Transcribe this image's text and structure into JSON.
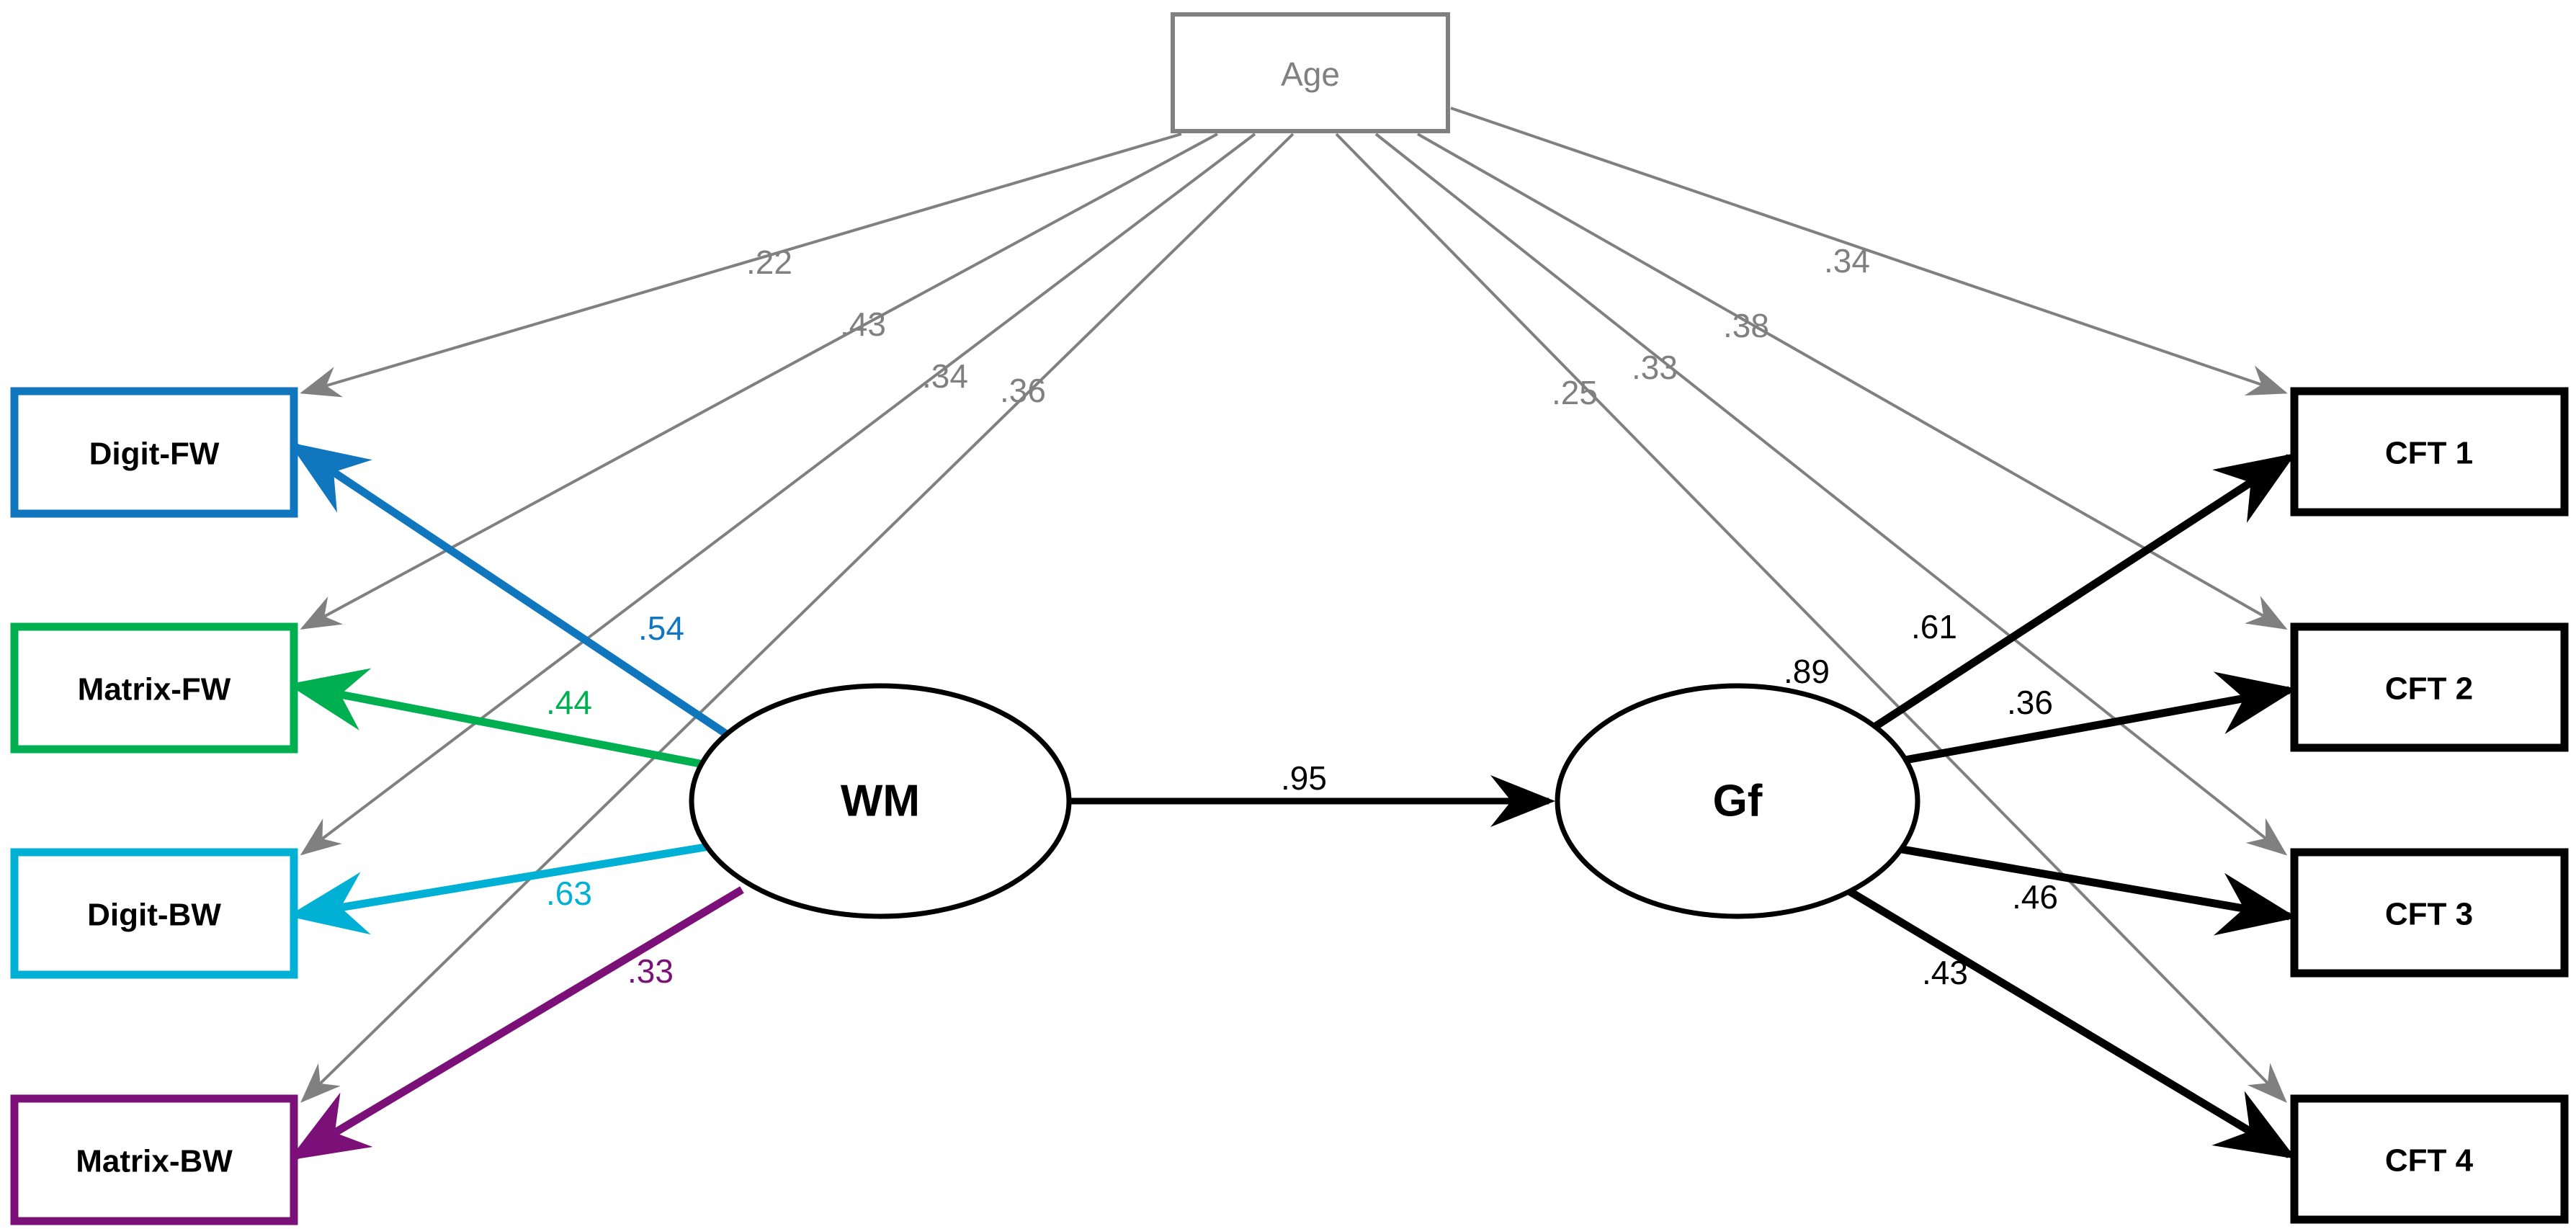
{
  "figure": {
    "type": "sem-path-diagram",
    "background_color": "#FFFFFF"
  },
  "colors": {
    "age_gray": "#808080",
    "black": "#000000",
    "digit_fw_blue": "#1077BF",
    "matrix_fw_green": "#00B050",
    "digit_bw_cyan": "#00B0D5",
    "matrix_bw_purple": "#7B1178"
  },
  "nodes": {
    "exogenous": [
      {
        "id": "age",
        "label": "Age",
        "shape": "rectangle",
        "color": "#808080"
      }
    ],
    "latent": [
      {
        "id": "wm",
        "label": "WM",
        "shape": "ellipse",
        "color": "#000000"
      },
      {
        "id": "gf",
        "label": "Gf",
        "shape": "ellipse",
        "color": "#000000"
      }
    ],
    "indicators_left": [
      {
        "id": "digit-fw",
        "label": "Digit-FW",
        "shape": "rectangle",
        "color": "#1077BF"
      },
      {
        "id": "matrix-fw",
        "label": "Matrix-FW",
        "shape": "rectangle",
        "color": "#00B050"
      },
      {
        "id": "digit-bw",
        "label": "Digit-BW",
        "shape": "rectangle",
        "color": "#00B0D5"
      },
      {
        "id": "matrix-bw",
        "label": "Matrix-BW",
        "shape": "rectangle",
        "color": "#7B1178"
      }
    ],
    "indicators_right": [
      {
        "id": "cft-1",
        "label": "CFT 1",
        "shape": "rectangle",
        "color": "#000000"
      },
      {
        "id": "cft-2",
        "label": "CFT 2",
        "shape": "rectangle",
        "color": "#000000"
      },
      {
        "id": "cft-3",
        "label": "CFT 3",
        "shape": "rectangle",
        "color": "#000000"
      },
      {
        "id": "cft-4",
        "label": "CFT 4",
        "shape": "rectangle",
        "color": "#000000"
      }
    ]
  },
  "paths": {
    "age_to_left": [
      {
        "from": "age",
        "to": "digit-fw",
        "coefficient": ".22",
        "color": "#808080"
      },
      {
        "from": "age",
        "to": "matrix-fw",
        "coefficient": ".43",
        "color": "#808080"
      },
      {
        "from": "age",
        "to": "digit-bw",
        "coefficient": ".34",
        "color": "#808080"
      },
      {
        "from": "age",
        "to": "matrix-bw",
        "coefficient": ".36",
        "color": "#808080"
      }
    ],
    "age_to_right": [
      {
        "from": "age",
        "to": "cft-4",
        "coefficient": ".25",
        "color": "#808080"
      },
      {
        "from": "age",
        "to": "cft-3",
        "coefficient": ".33",
        "color": "#808080"
      },
      {
        "from": "age",
        "to": "cft-2",
        "coefficient": ".38",
        "color": "#808080"
      },
      {
        "from": "age",
        "to": "cft-1",
        "coefficient": ".34",
        "color": "#808080"
      }
    ],
    "wm_loadings": [
      {
        "from": "wm",
        "to": "digit-fw",
        "coefficient": ".54",
        "color": "#1077BF"
      },
      {
        "from": "wm",
        "to": "matrix-fw",
        "coefficient": ".44",
        "color": "#00B050"
      },
      {
        "from": "wm",
        "to": "digit-bw",
        "coefficient": ".63",
        "color": "#00B0D5"
      },
      {
        "from": "wm",
        "to": "matrix-bw",
        "coefficient": ".33",
        "color": "#7B1178"
      }
    ],
    "gf_loadings": [
      {
        "from": "gf",
        "to": "cft-1",
        "coefficient": ".61",
        "color": "#000000"
      },
      {
        "from": "gf",
        "to": "cft-2",
        "coefficient": ".36",
        "color": "#000000"
      },
      {
        "from": "gf",
        "to": "cft-3",
        "coefficient": ".46",
        "color": "#000000"
      },
      {
        "from": "gf",
        "to": "cft-4",
        "coefficient": ".43",
        "color": "#000000"
      }
    ],
    "structural": [
      {
        "from": "wm",
        "to": "gf",
        "coefficient": ".95",
        "color": "#000000"
      }
    ],
    "residual_or_extra": [
      {
        "from": "gf",
        "to": "gf",
        "coefficient": ".89",
        "color": "#000000"
      }
    ]
  },
  "labels": {
    "age": "Age",
    "wm": "WM",
    "gf": "Gf",
    "digit_fw": "Digit-FW",
    "matrix_fw": "Matrix-FW",
    "digit_bw": "Digit-BW",
    "matrix_bw": "Matrix-BW",
    "cft_1": "CFT 1",
    "cft_2": "CFT 2",
    "cft_3": "CFT 3",
    "cft_4": "CFT 4",
    "c_age_digitfw": ".22",
    "c_age_matrixfw": ".43",
    "c_age_digitbw": ".34",
    "c_age_matrixbw": ".36",
    "c_age_cft4": ".25",
    "c_age_cft3": ".33",
    "c_age_cft2": ".38",
    "c_age_cft1": ".34",
    "c_wm_digitfw": ".54",
    "c_wm_matrixfw": ".44",
    "c_wm_digitbw": ".63",
    "c_wm_matrixbw": ".33",
    "c_wm_gf": ".95",
    "c_gf_resid": ".89",
    "c_gf_cft1": ".61",
    "c_gf_cft2": ".36",
    "c_gf_cft3": ".46",
    "c_gf_cft4": ".43"
  }
}
